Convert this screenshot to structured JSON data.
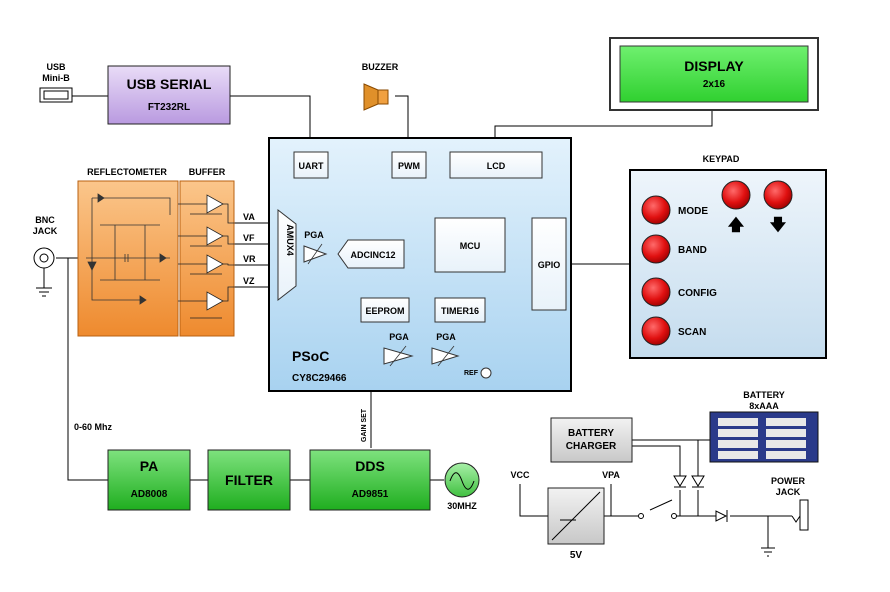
{
  "usb": {
    "connector_line1": "USB",
    "connector_line2": "Mini-B",
    "block_title": "USB SERIAL",
    "block_chip": "FT232RL"
  },
  "buzzer": {
    "label": "BUZZER"
  },
  "display": {
    "title": "DISPLAY",
    "size": "2x16"
  },
  "reflectometer": {
    "label": "REFLECTOMETER"
  },
  "buffer": {
    "label": "BUFFER"
  },
  "bnc": {
    "line1": "BNC",
    "line2": "JACK"
  },
  "signals": {
    "va": "VA",
    "vf": "VF",
    "vr": "VR",
    "vz": "VZ"
  },
  "psoc": {
    "title": "PSoC",
    "part": "CY8C29466",
    "uart": "UART",
    "pwm": "PWM",
    "lcd": "LCD",
    "amux": "AMUX4",
    "pga_top": "PGA",
    "adc": "ADCINC12",
    "mcu": "MCU",
    "gpio": "GPIO",
    "eeprom": "EEPROM",
    "timer": "TIMER16",
    "pga_left": "PGA",
    "pga_right": "PGA",
    "ref": "REF"
  },
  "keypad": {
    "title": "KEYPAD",
    "mode": "MODE",
    "band": "BAND",
    "config": "CONFIG",
    "scan": "SCAN",
    "up_arrow": "🡅",
    "down_arrow": "🡇"
  },
  "freq_range": "0-60 Mhz",
  "gain_set": "GAIN SET",
  "pa": {
    "title": "PA",
    "chip": "AD8008"
  },
  "filter": {
    "title": "FILTER"
  },
  "dds": {
    "title": "DDS",
    "chip": "AD9851"
  },
  "oscillator": {
    "label": "30MHZ"
  },
  "power": {
    "charger_line1": "BATTERY",
    "charger_line2": "CHARGER",
    "battery_line1": "BATTERY",
    "battery_line2": "8xAAA",
    "vcc": "VCC",
    "vpa": "VPA",
    "regulator": "5V",
    "jack_line1": "POWER",
    "jack_line2": "JACK"
  },
  "colors": {
    "usb_block": "#cbb4e9",
    "green_block": "#5ad45a",
    "psoc_fill": "#c6e3f7",
    "orange_block": "#f5a04e",
    "keypad_fill": "#d6e7f3",
    "button_red": "#e01010",
    "battery_blue": "#2a3a8a"
  }
}
